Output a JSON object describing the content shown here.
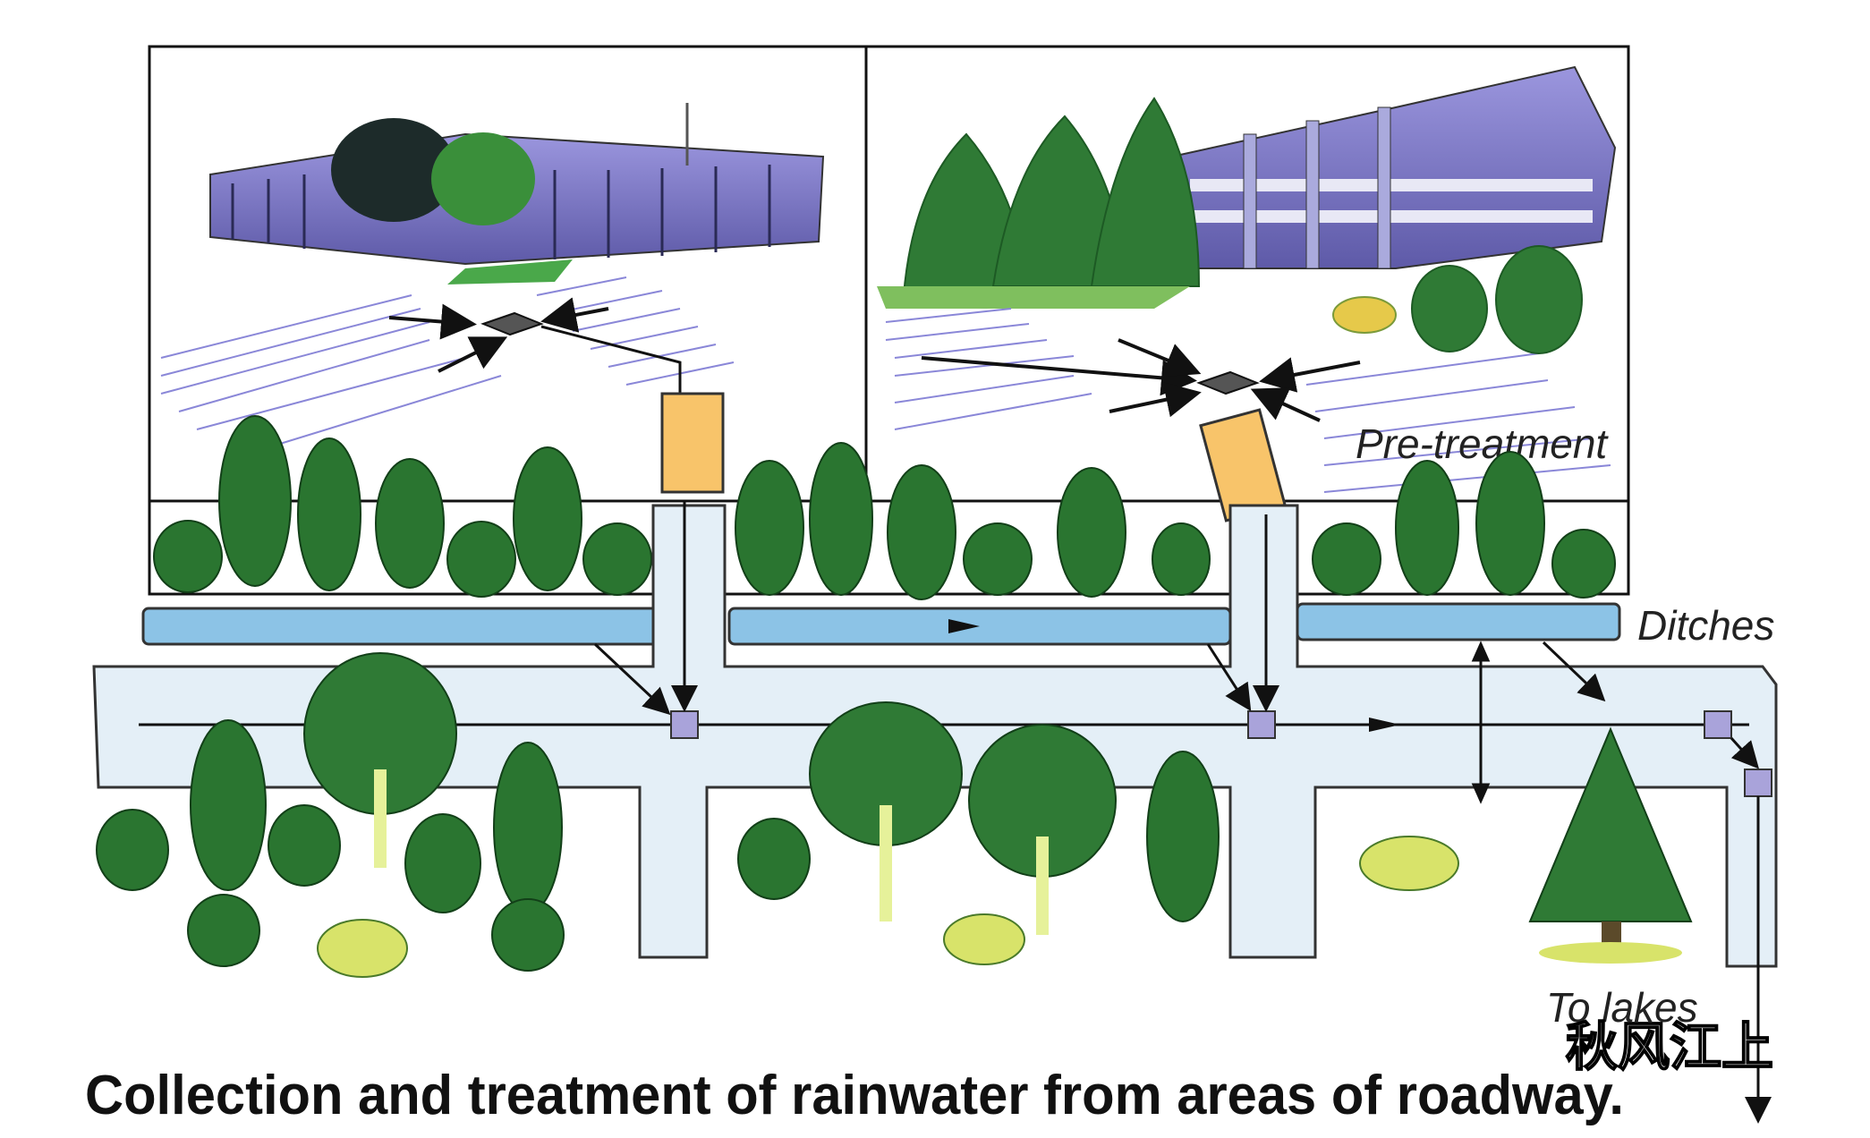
{
  "labels": {
    "pre_treatment": "Pre-treatment",
    "ditches": "Ditches",
    "to_lakes": "To lakes"
  },
  "caption": "Collection and treatment of rainwater from areas of roadway.",
  "watermark": "秋风江上",
  "colors": {
    "tree": "#2f7a35",
    "tree_dark": "#1d5a24",
    "ditch": "#8cc3e6",
    "pipe": "#e4eff7",
    "building": "#7a78c8",
    "pretreatment_box": "#f8c46a",
    "manhole": "#a9a3da"
  },
  "icons": [
    "storm-drain-icon",
    "manhole-icon",
    "flow-arrow-icon"
  ]
}
